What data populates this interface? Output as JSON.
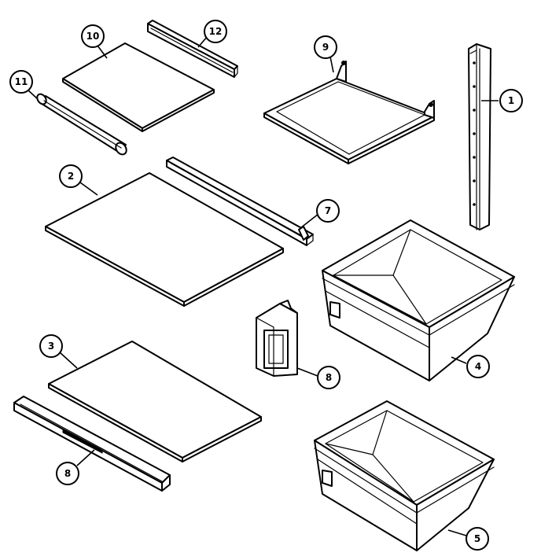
{
  "callouts": [
    {
      "id": "c1",
      "label": "1"
    },
    {
      "id": "c2",
      "label": "2"
    },
    {
      "id": "c3",
      "label": "3"
    },
    {
      "id": "c4",
      "label": "4"
    },
    {
      "id": "c5",
      "label": "5"
    },
    {
      "id": "c7",
      "label": "7"
    },
    {
      "id": "c8a",
      "label": "8"
    },
    {
      "id": "c8b",
      "label": "8"
    },
    {
      "id": "c9",
      "label": "9"
    },
    {
      "id": "c10",
      "label": "10"
    },
    {
      "id": "c11",
      "label": "11"
    },
    {
      "id": "c12",
      "label": "12"
    }
  ],
  "colors": {
    "line": "#000000",
    "background": "#ffffff"
  }
}
